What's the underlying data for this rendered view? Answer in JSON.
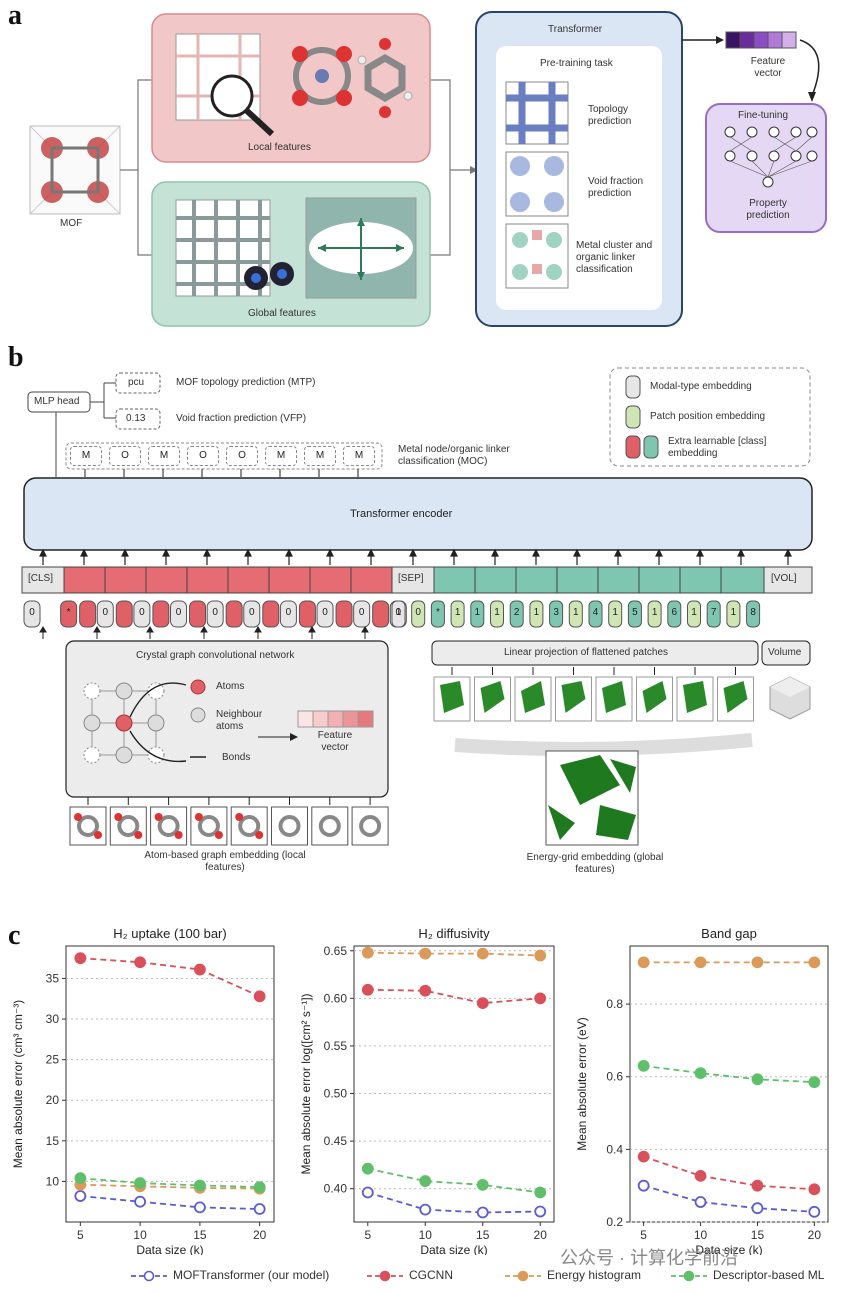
{
  "panel_a": {
    "label": "a",
    "mof_label": "MOF",
    "local_label": "Local features",
    "global_label": "Global features",
    "transformer_title": "Transformer",
    "pretraining_title": "Pre-training task",
    "tasks": [
      "Topology prediction",
      "Void fraction prediction",
      "Metal cluster and organic linker classification"
    ],
    "feature_vector_label": "Feature vector",
    "finetune_title": "Fine-tuning",
    "property_label": "Property prediction"
  },
  "panel_b": {
    "label": "b",
    "mlp_head": "MLP head",
    "pcu": "pcu",
    "mtp": "MOF topology prediction (MTP)",
    "vf_value": "0.13",
    "vfp": "Void fraction prediction (VFP)",
    "moc_tokens": [
      "M",
      "O",
      "M",
      "O",
      "O",
      "M",
      "M",
      "M"
    ],
    "moc_label": "Metal node/organic linker classification (MOC)",
    "legend": {
      "modal": "Modal-type embedding",
      "patch": "Patch position embedding",
      "cls": "Extra learnable [class] embedding"
    },
    "encoder": "Transformer encoder",
    "cls": "[CLS]",
    "sep": "[SEP]",
    "vol": "[VOL]",
    "pos_digits": [
      "0",
      "*",
      "0",
      "0",
      "0",
      "0",
      "0",
      "0",
      "0",
      "0",
      "0"
    ],
    "patch_digits": [
      "1",
      "0",
      "*",
      "1",
      "1",
      "1",
      "2",
      "1",
      "3",
      "1",
      "4",
      "1",
      "5",
      "1",
      "6",
      "1",
      "7",
      "1",
      "8"
    ],
    "cgcnn_title": "Crystal graph convolutional network",
    "atoms": "Atoms",
    "neighbour": "Neighbour atoms",
    "bonds": "Bonds",
    "feature_vector": "Feature vector",
    "linear_proj": "Linear projection of flattened patches",
    "volume": "Volume",
    "atom_embed": "Atom-based graph embedding (local features)",
    "energy_embed": "Energy-grid embedding (global features)"
  },
  "panel_c": {
    "label": "c"
  },
  "chart_data": [
    {
      "type": "line",
      "title": "H₂ uptake (100 bar)",
      "xlabel": "Data size (k)",
      "ylabel": "Mean absolute error (cm³ cm⁻³)",
      "x": [
        5,
        10,
        15,
        20
      ],
      "xticks": [
        5,
        10,
        15,
        20
      ],
      "yticks": [
        10,
        15,
        20,
        25,
        30,
        35
      ],
      "ylim": [
        5,
        39
      ],
      "series": [
        {
          "name": "MOFTransformer (our model)",
          "values": [
            8.2,
            7.5,
            6.8,
            6.6
          ]
        },
        {
          "name": "CGCNN",
          "values": [
            37.5,
            37.0,
            36.1,
            32.8
          ]
        },
        {
          "name": "Energy histogram",
          "values": [
            9.6,
            9.4,
            9.2,
            9.1
          ]
        },
        {
          "name": "Descriptor-based ML",
          "values": [
            10.4,
            9.8,
            9.5,
            9.3
          ]
        }
      ]
    },
    {
      "type": "line",
      "title": "H₂ diffusivity",
      "xlabel": "Data size (k)",
      "ylabel": "Mean absolute error log([cm² s⁻¹])",
      "x": [
        5,
        10,
        15,
        20
      ],
      "xticks": [
        5,
        10,
        15,
        20
      ],
      "yticks": [
        0.4,
        0.45,
        0.5,
        0.55,
        0.6,
        0.65
      ],
      "ylim": [
        0.365,
        0.655
      ],
      "series": [
        {
          "name": "MOFTransformer (our model)",
          "values": [
            0.396,
            0.378,
            0.375,
            0.376
          ]
        },
        {
          "name": "CGCNN",
          "values": [
            0.609,
            0.608,
            0.595,
            0.6
          ]
        },
        {
          "name": "Energy histogram",
          "values": [
            0.648,
            0.647,
            0.647,
            0.645
          ]
        },
        {
          "name": "Descriptor-based ML",
          "values": [
            0.421,
            0.408,
            0.404,
            0.396
          ]
        }
      ]
    },
    {
      "type": "line",
      "title": "Band gap",
      "xlabel": "Data size (k)",
      "ylabel": "Mean absolute error (eV)",
      "x": [
        5,
        10,
        15,
        20
      ],
      "xticks": [
        5,
        10,
        15,
        20
      ],
      "yticks": [
        0.2,
        0.4,
        0.6,
        0.8
      ],
      "ylim": [
        0.2,
        0.96
      ],
      "series": [
        {
          "name": "MOFTransformer (our model)",
          "values": [
            0.3,
            0.255,
            0.238,
            0.228
          ]
        },
        {
          "name": "CGCNN",
          "values": [
            0.38,
            0.327,
            0.3,
            0.29
          ]
        },
        {
          "name": "Energy histogram",
          "values": [
            0.915,
            0.915,
            0.915,
            0.915
          ]
        },
        {
          "name": "Descriptor-based ML",
          "values": [
            0.63,
            0.61,
            0.593,
            0.585
          ]
        }
      ]
    }
  ],
  "legend_items": [
    "MOFTransformer (our model)",
    "CGCNN",
    "Energy histogram",
    "Descriptor-based ML"
  ],
  "series_colors": {
    "MOFTransformer (our model)": "#5b5bd6",
    "CGCNN": "#d9505a",
    "Energy histogram": "#dc9a5a",
    "Descriptor-based ML": "#5fbf6a"
  },
  "watermark": "公众号 · 计算化学前沿"
}
